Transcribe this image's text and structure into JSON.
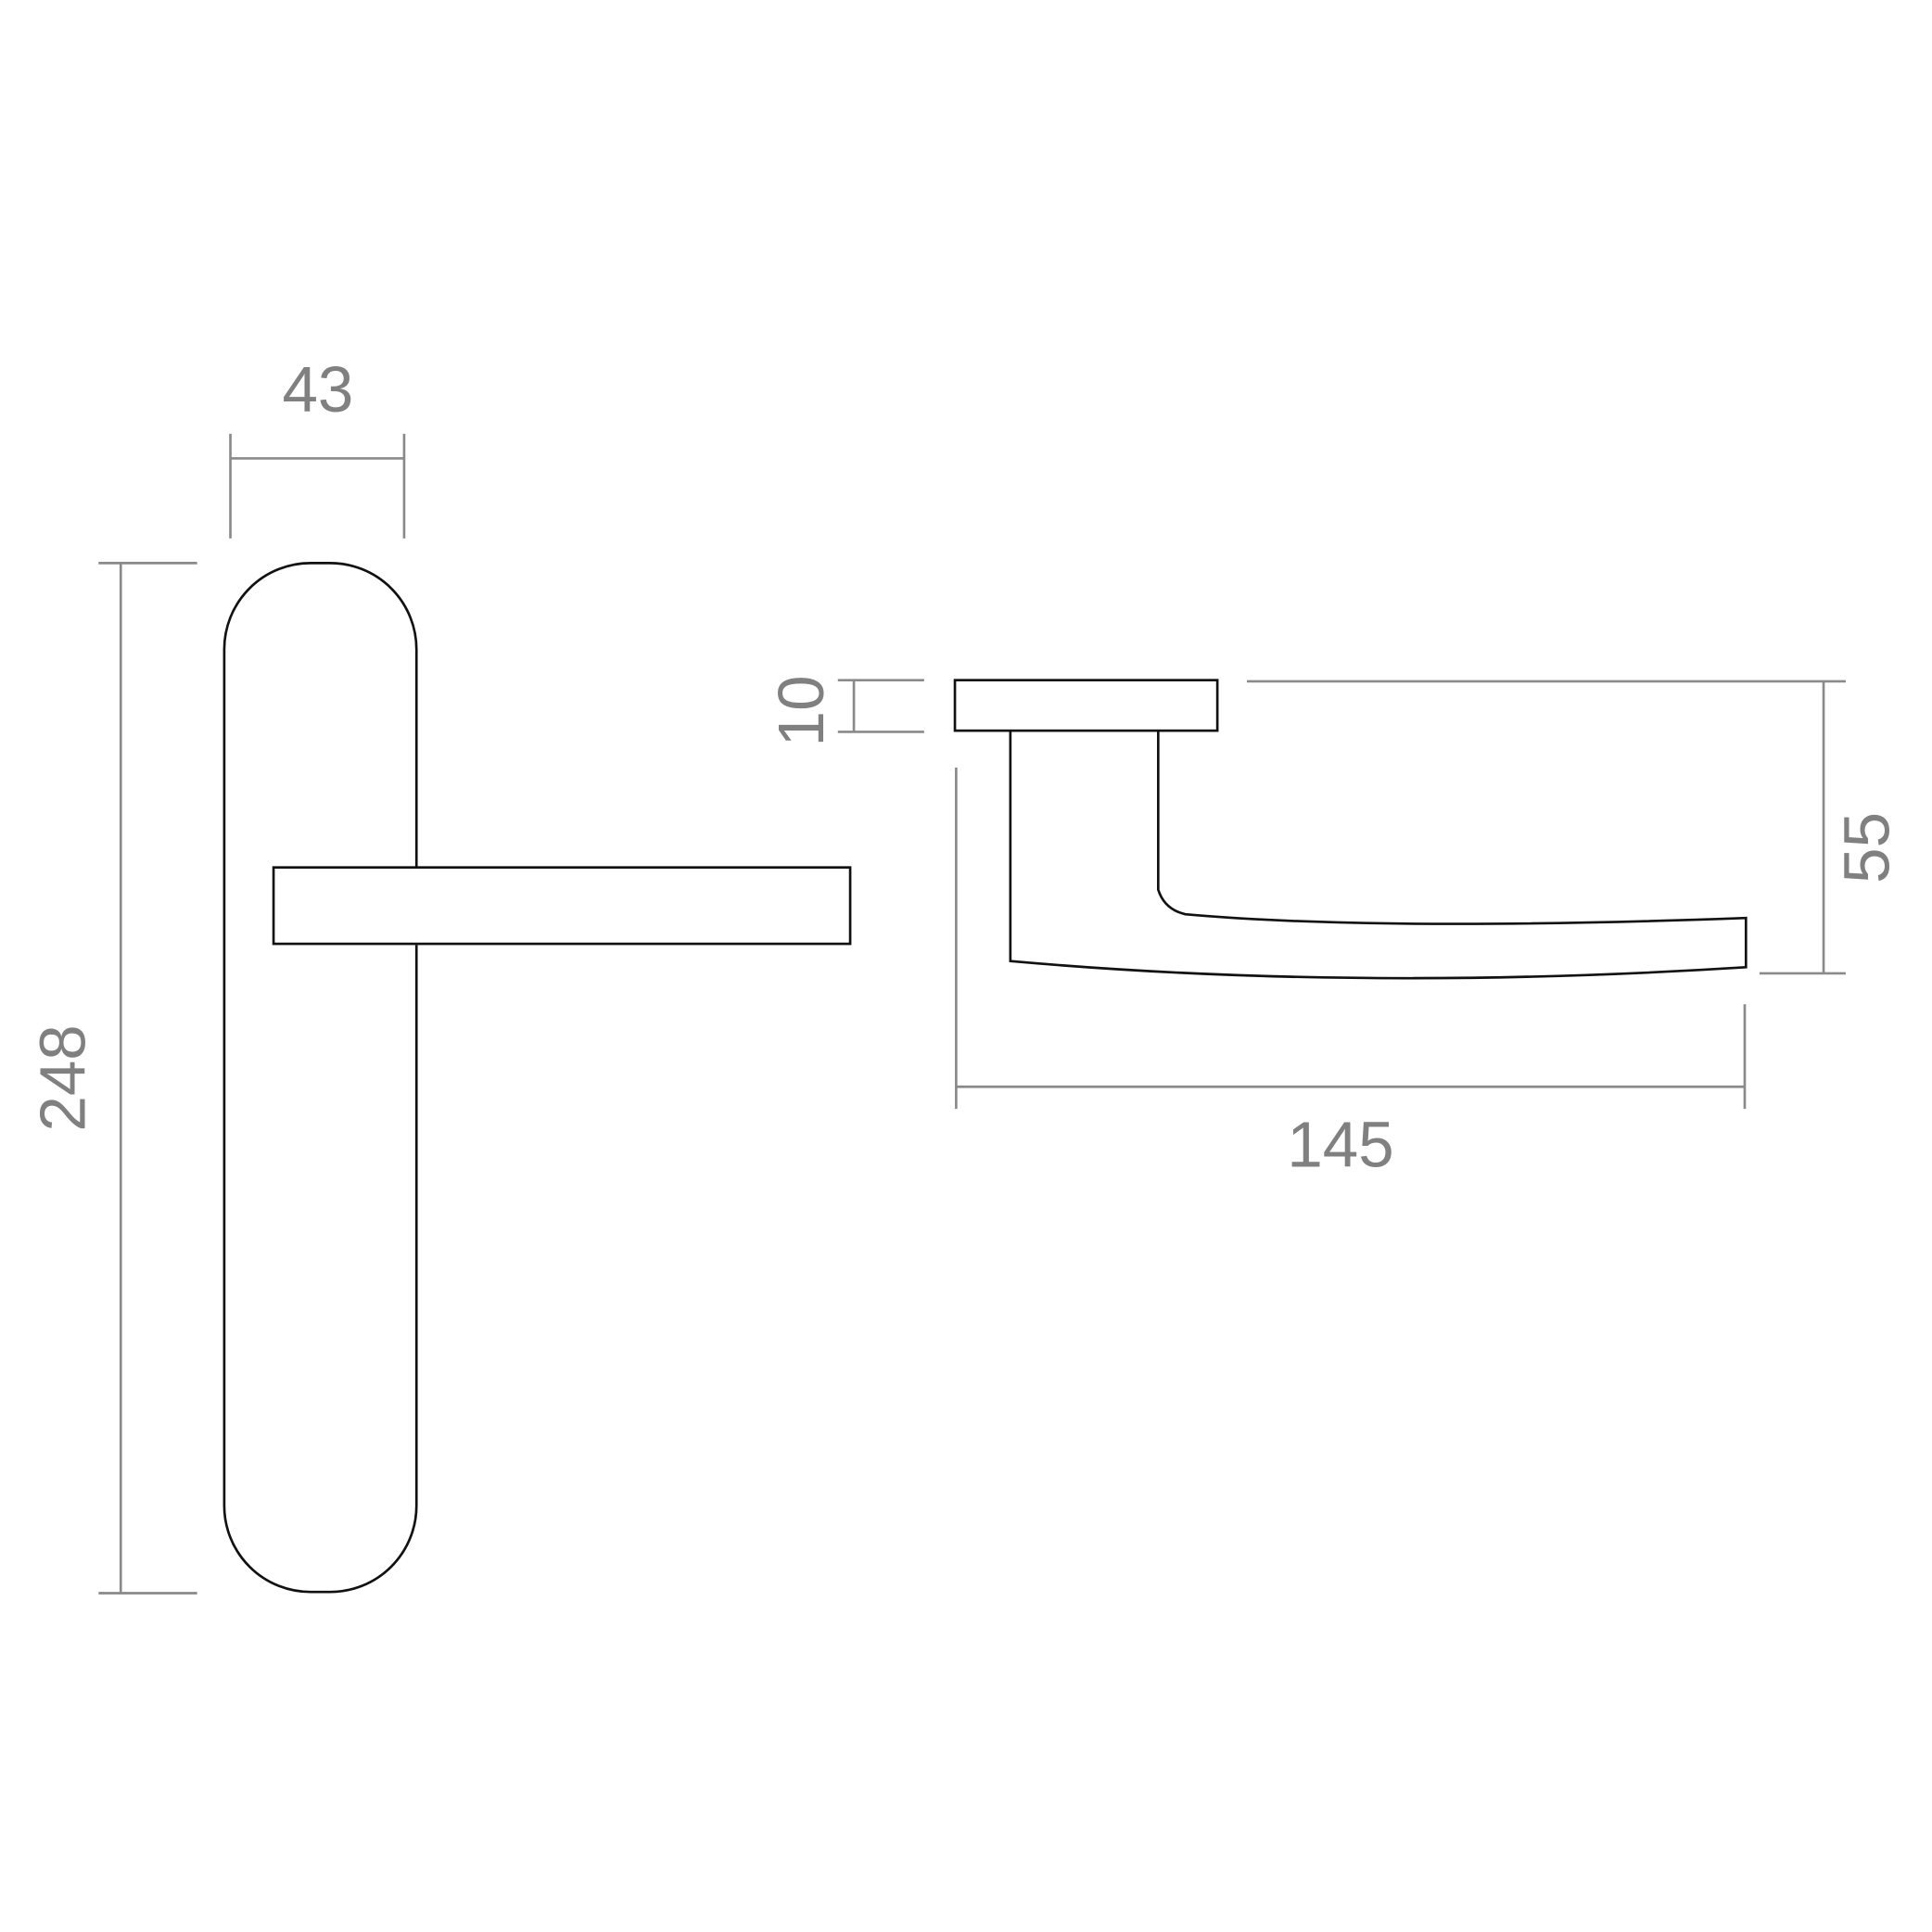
{
  "drawing": {
    "title": "Lever handle on backplate dimensions",
    "dimensions": {
      "backplate_width": "43",
      "backplate_height": "248",
      "rose_thickness": "10",
      "lever_height": "55",
      "lever_length": "145"
    },
    "colors": {
      "outline": "#111111",
      "dimension": "#8a8a8a",
      "text": "#808080"
    }
  }
}
